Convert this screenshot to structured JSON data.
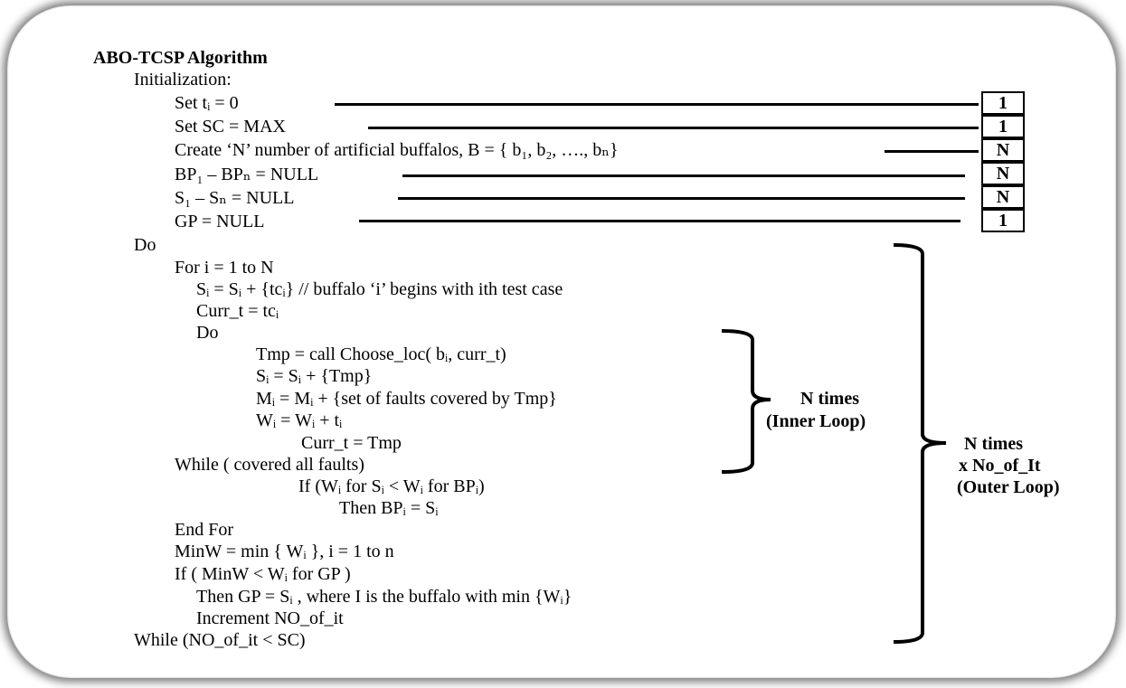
{
  "title": "ABO-TCSP Algorithm",
  "lines": [
    "Initialization:",
    "Set tᵢ = 0",
    "Set SC = MAX",
    "Create ‘N’ number of artificial buffalos, B = { b₁, b₂, …., bₙ}",
    "BP₁ – BPₙ = NULL",
    "S₁ – Sₙ = NULL",
    "GP = NULL",
    "Do",
    "For i = 1 to N",
    "Sᵢ = Sᵢ + {tcᵢ}  // buffalo ‘i’ begins with ith test case",
    "Curr_t = tcᵢ",
    "Do",
    "Tmp = call Choose_loc( bᵢ, curr_t)",
    "Sᵢ = Sᵢ + {Tmp}",
    "Mᵢ = Mᵢ + {set of faults covered by Tmp}",
    "Wᵢ = Wᵢ + tᵢ",
    "Curr_t = Tmp",
    "While ( covered all faults)",
    "If (Wᵢ for Sᵢ < Wᵢ for BPᵢ)",
    "Then BPᵢ = Sᵢ",
    "End For",
    "MinW = min { Wᵢ }, i = 1 to n",
    "If ( MinW < Wᵢ for GP )",
    "Then GP = Sᵢ , where I is the buffalo with min {Wᵢ}",
    "Increment NO_of_it",
    "While (NO_of_it < SC)"
  ],
  "complexity_boxes": [
    "1",
    "1",
    "N",
    "N",
    "N",
    "1"
  ],
  "inner_loop_label": {
    "line1": "N times",
    "line2": "(Inner Loop)"
  },
  "outer_loop_label": {
    "line1": "N times",
    "line2": "x  No_of_It",
    "line3": "(Outer Loop)"
  }
}
